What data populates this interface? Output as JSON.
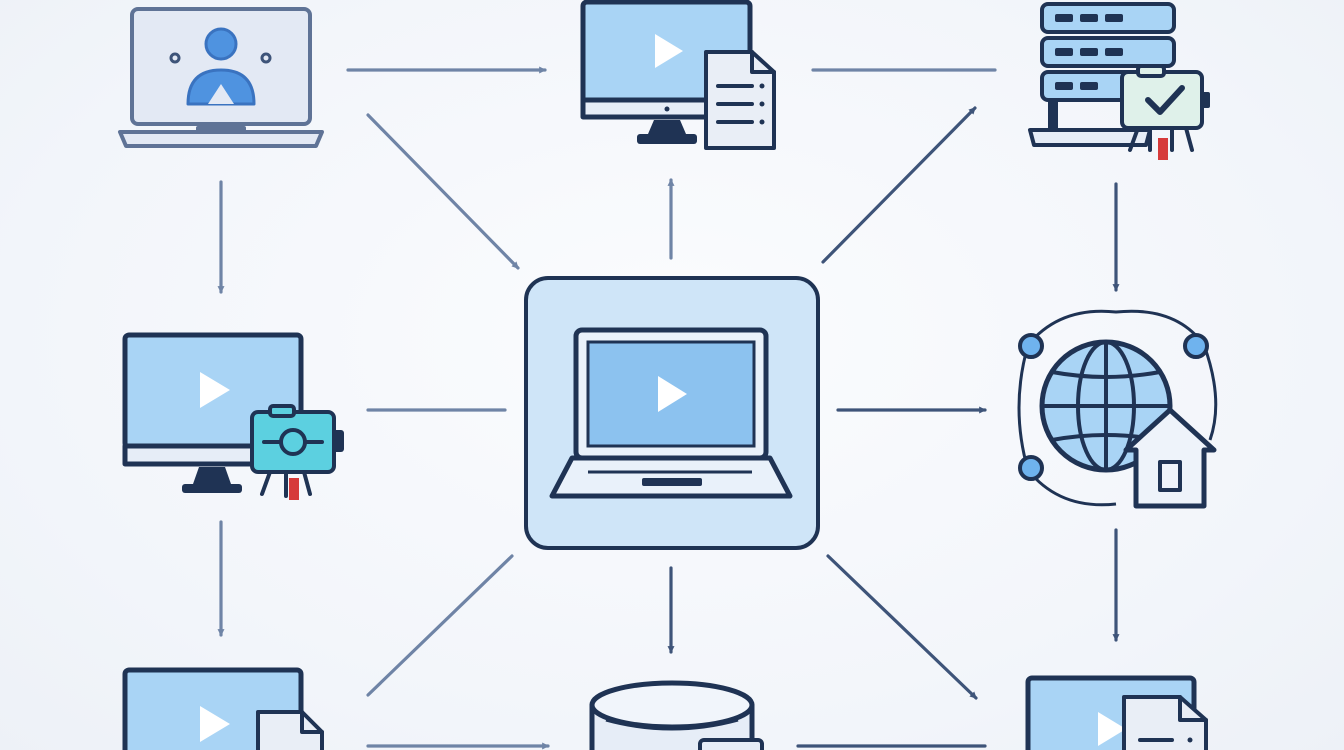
{
  "diagram": {
    "nodes": [
      {
        "name": "user-laptop",
        "icon": "user-laptop-icon"
      },
      {
        "name": "video-monitor-document",
        "icon": "monitor-document-icon"
      },
      {
        "name": "server-verification",
        "icon": "server-check-icon"
      },
      {
        "name": "video-monitor-camera",
        "icon": "monitor-camera-icon"
      },
      {
        "name": "central-laptop-hub",
        "icon": "central-laptop-icon"
      },
      {
        "name": "global-network-home",
        "icon": "globe-home-icon"
      },
      {
        "name": "video-monitor-file",
        "icon": "monitor-file-icon"
      },
      {
        "name": "database-storage",
        "icon": "database-icon"
      },
      {
        "name": "video-monitor-report",
        "icon": "monitor-report-icon"
      }
    ],
    "colors": {
      "outline": "#1f3354",
      "screen": "#a9d4f5",
      "screen_dark": "#8cc2ef",
      "hub_fill": "#cfe5f8",
      "arrow": "#6f84a6",
      "accent_red": "#d63a3a",
      "teal": "#5cd0e0",
      "background": "#f2f5fa"
    }
  }
}
